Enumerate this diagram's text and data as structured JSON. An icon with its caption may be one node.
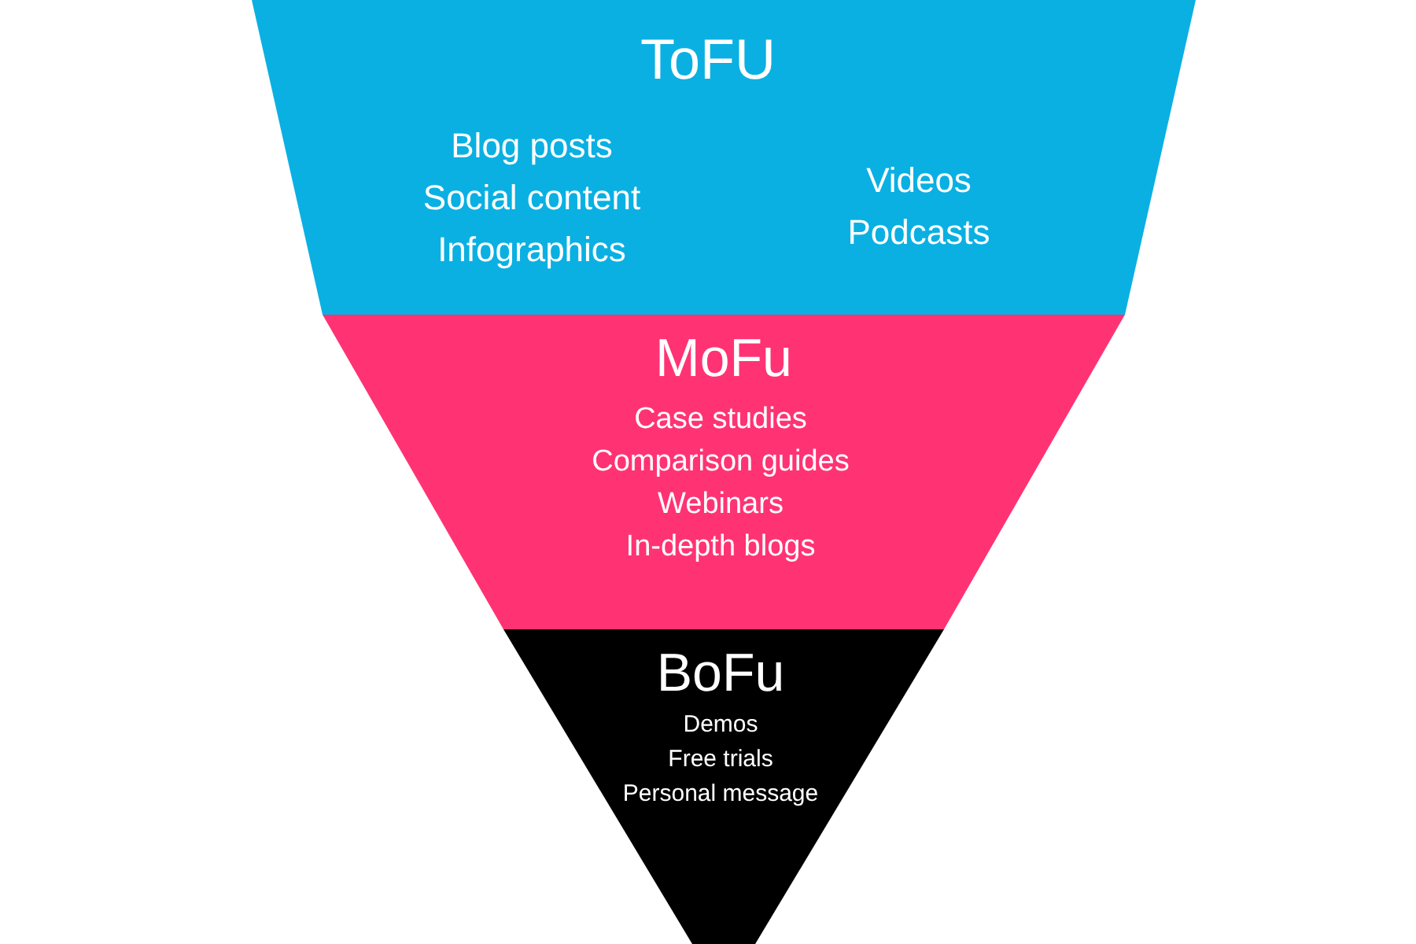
{
  "diagram": {
    "nodes": [
      {
        "text": [
          "ToFU",
          "Blog posts",
          "Social content",
          "Infographics",
          "Videos",
          "Podcasts"
        ]
      },
      {
        "text": [
          "MoFu",
          "Case studies",
          "Comparison guides",
          "Webinars",
          "In-depth blogs"
        ]
      },
      {
        "text": [
          "BoFu",
          "Demos",
          "Free trials",
          "Personal message"
        ]
      }
    ],
    "edges": []
  }
}
